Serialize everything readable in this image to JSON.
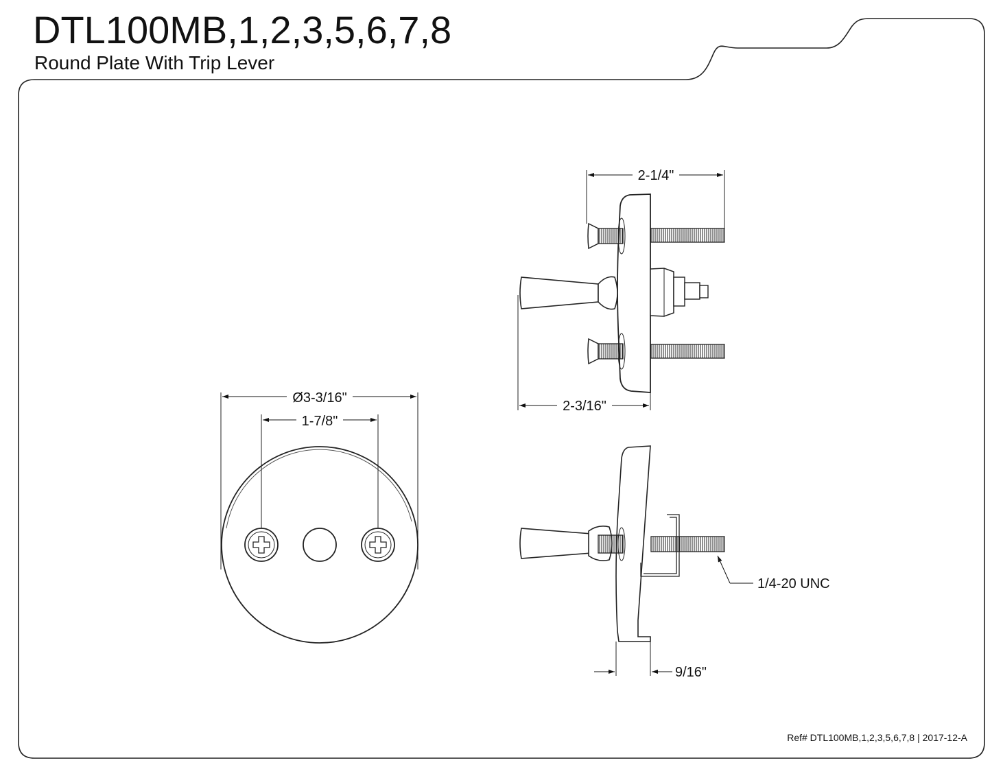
{
  "header": {
    "title": "DTL100MB,1,2,3,5,6,7,8",
    "subtitle": "Round Plate With Trip Lever"
  },
  "footer": {
    "reference": "Ref# DTL100MB,1,2,3,5,6,7,8 | 2017-12-A"
  },
  "dimensions": {
    "plate_diameter": "Ø3-3/16\"",
    "screw_spacing": "1-7/8\"",
    "side_depth_top": "2-1/4\"",
    "side_depth_bottom": "2-3/16\"",
    "thread_spec": "1/4-20 UNC",
    "plate_thickness": "9/16\""
  }
}
